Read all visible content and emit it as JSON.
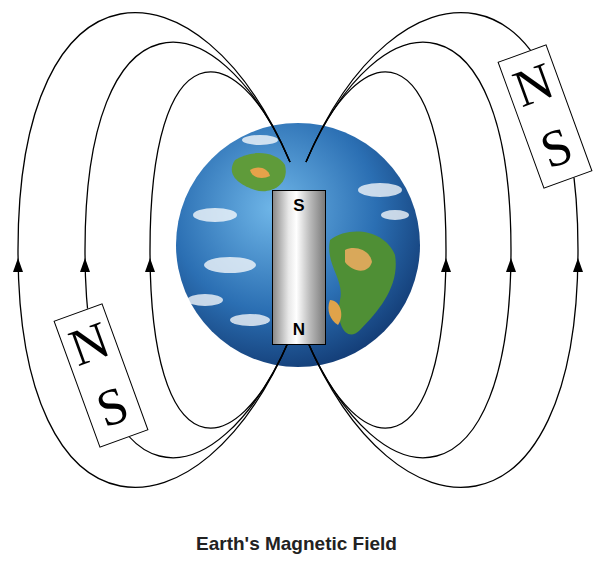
{
  "diagram": {
    "caption": "Earth's Magnetic Field",
    "nodes": [
      {
        "text": [
          "N",
          "S"
        ]
      },
      {
        "text": [
          "S",
          "N"
        ]
      },
      {
        "text": [
          "N",
          "S"
        ]
      }
    ]
  }
}
